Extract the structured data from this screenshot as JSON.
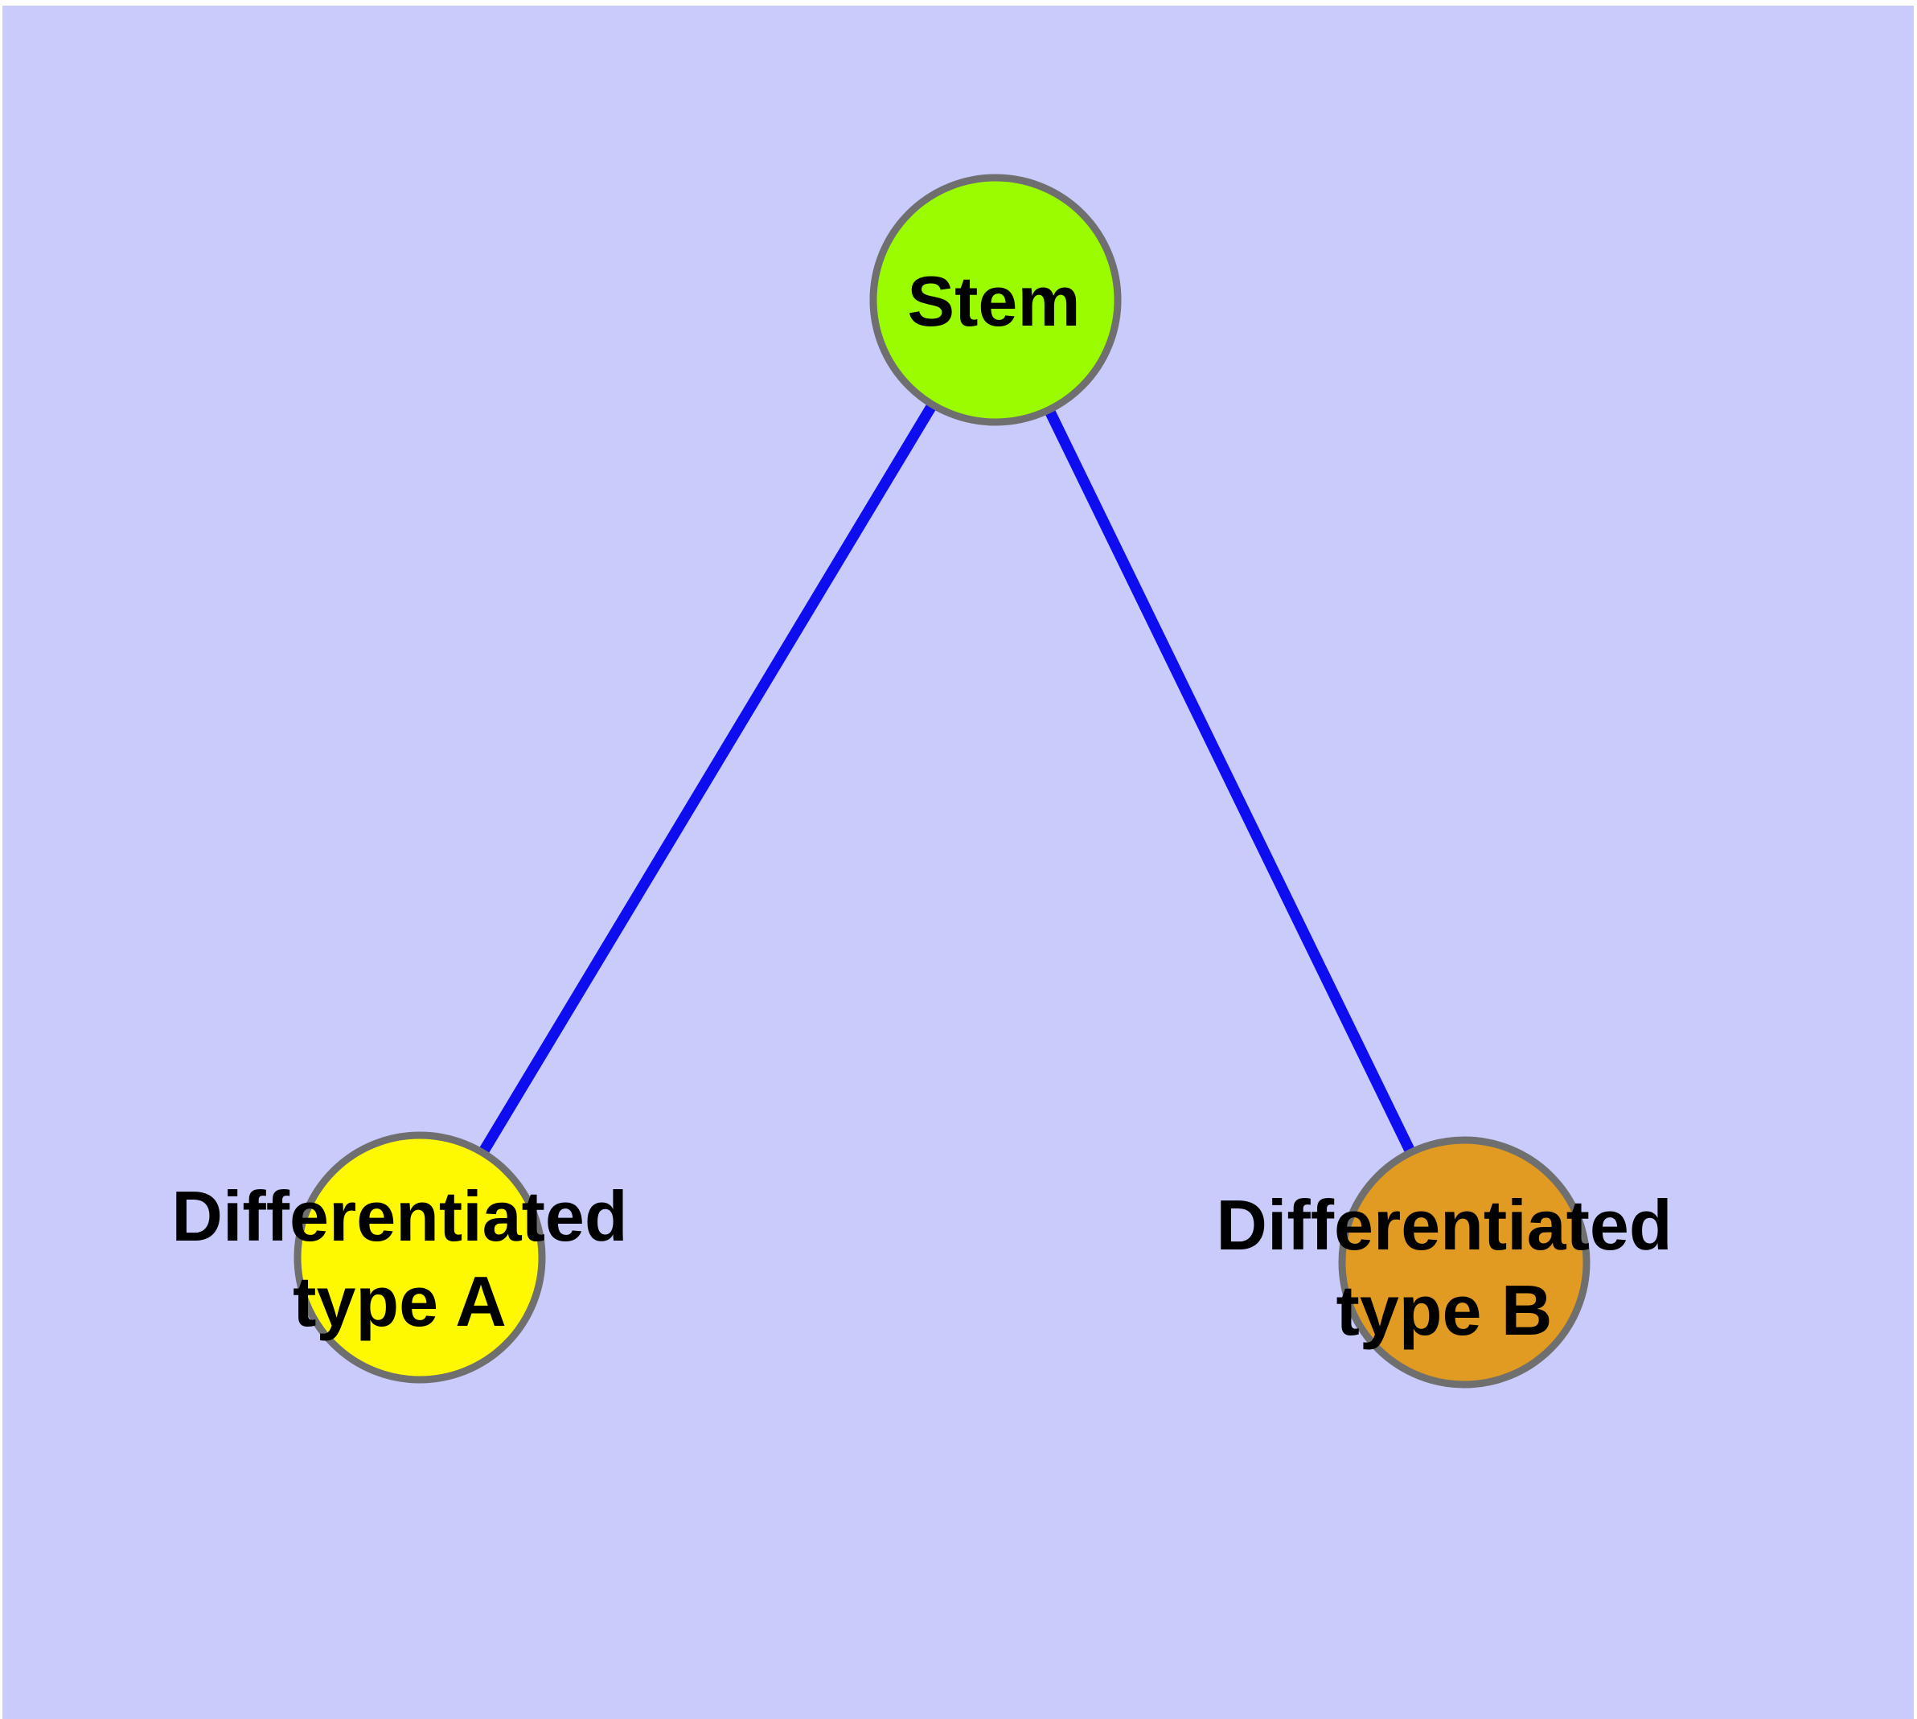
{
  "diagram": {
    "type": "node-link-graph",
    "background_color": "#C9CBFB",
    "frame_color": "#FFFFFF",
    "edge_color": "#0D0DF0",
    "node_border_color": "#6F6F6F",
    "label_color": "#000000",
    "nodes": [
      {
        "id": "stem",
        "label": "Stem",
        "fill": "#9BFC00"
      },
      {
        "id": "differentiated-type-a",
        "label": "Differentiated\ntype A",
        "fill": "#FEF900"
      },
      {
        "id": "differentiated-type-b",
        "label": "Differentiated\ntype B",
        "fill": "#E19A22"
      }
    ],
    "edges": [
      {
        "from": "Stem",
        "to": "Differentiated type A"
      },
      {
        "from": "Stem",
        "to": "Differentiated type B"
      }
    ]
  }
}
